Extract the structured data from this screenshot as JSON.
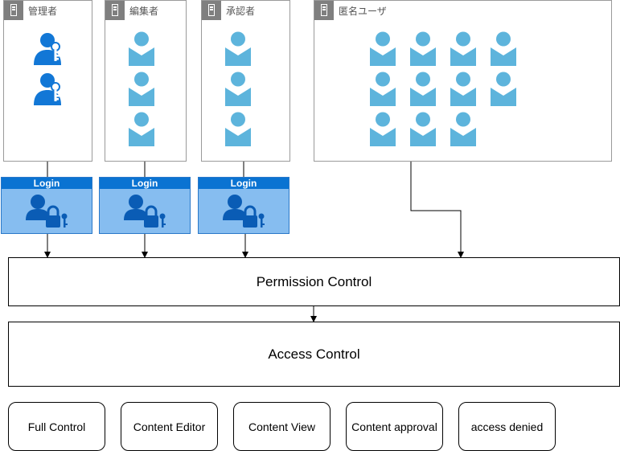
{
  "groups": {
    "admin": {
      "title": "管理者"
    },
    "editor": {
      "title": "編集者"
    },
    "approver": {
      "title": "承認者"
    },
    "anonymous": {
      "title": "匿名ユーザ"
    }
  },
  "login": {
    "label": "Login"
  },
  "permission_control": {
    "label": "Permission Control"
  },
  "access_control": {
    "label": "Access Control"
  },
  "roles": [
    {
      "label": "Full Control"
    },
    {
      "label": "Content Editor"
    },
    {
      "label": "Content View"
    },
    {
      "label": "Content approval"
    },
    {
      "label": "access denied"
    }
  ],
  "colors": {
    "user_icon": "#5db4dc",
    "admin_icon": "#1277d6",
    "login_bg": "#86bdf0",
    "login_header": "#0a73d2",
    "group_header": "#7f7f7f"
  }
}
